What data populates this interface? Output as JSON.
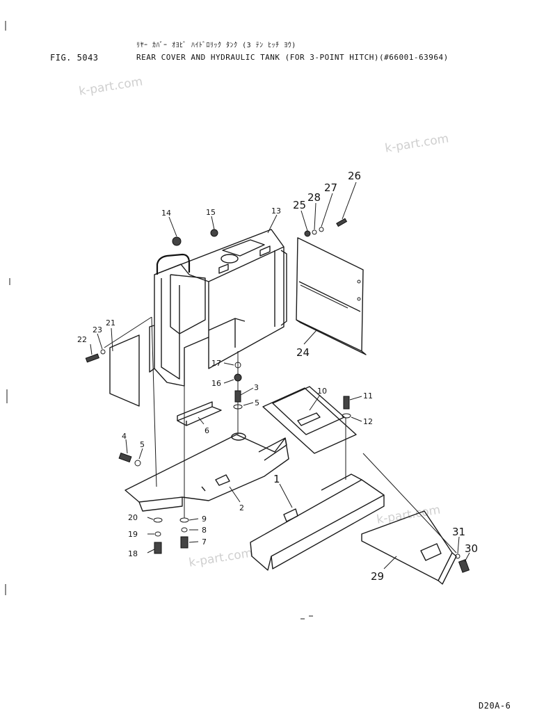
{
  "header": {
    "fig_number": "FIG. 5043",
    "title_jp": "ﾘﾔｰ ｶﾊﾞｰ ｵﾖﾋﾞ ﾊｲﾄﾞﾛﾘｯｸ ﾀﾝｸ (3 ﾃﾝ ﾋｯﾁ ﾖｳ)",
    "title_en": "REAR COVER AND HYDRAULIC TANK (FOR 3-POINT HITCH)(#66001-63964)"
  },
  "watermarks": [
    "k-part.com",
    "k-part.com",
    "k-part.com",
    "k-part.com"
  ],
  "footer": {
    "model_code": "D20A-6"
  },
  "callouts": {
    "p1": "1",
    "p2": "2",
    "p3": "3",
    "p4": "4",
    "p5a": "5",
    "p5b": "5",
    "p6": "6",
    "p7": "7",
    "p8": "8",
    "p9": "9",
    "p10": "10",
    "p11": "11",
    "p12": "12",
    "p13": "13",
    "p14": "14",
    "p15": "15",
    "p16": "16",
    "p17": "17",
    "p18": "18",
    "p19": "19",
    "p20": "20",
    "p21": "21",
    "p22": "22",
    "p23": "23",
    "p24": "24",
    "p25": "25",
    "p26": "26",
    "p27": "27",
    "p28": "28",
    "p29": "29",
    "p30": "30",
    "p31": "31"
  }
}
